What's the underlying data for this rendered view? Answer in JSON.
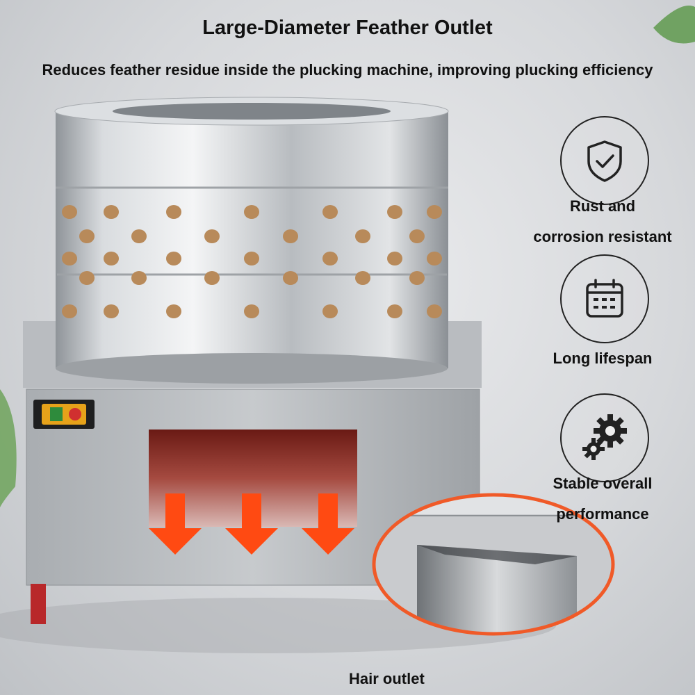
{
  "header": {
    "title": "Large-Diameter Feather Outlet",
    "subtitle": "Reduces feather residue inside the plucking machine, improving plucking efficiency"
  },
  "features": [
    {
      "icon": "shield-check-icon",
      "label_line1": "Rust and",
      "label_line2": "corrosion resistant"
    },
    {
      "icon": "calendar-icon",
      "label_line1": "Long lifespan",
      "label_line2": ""
    },
    {
      "icon": "gears-icon",
      "label_line1": "Stable overall",
      "label_line2": "performance"
    }
  ],
  "inset": {
    "caption": "Hair outlet",
    "border_color": "#f05a28"
  },
  "colors": {
    "arrow": "#ff4a12",
    "nub": "#b88a5a",
    "steel": "#c9ccd0"
  }
}
